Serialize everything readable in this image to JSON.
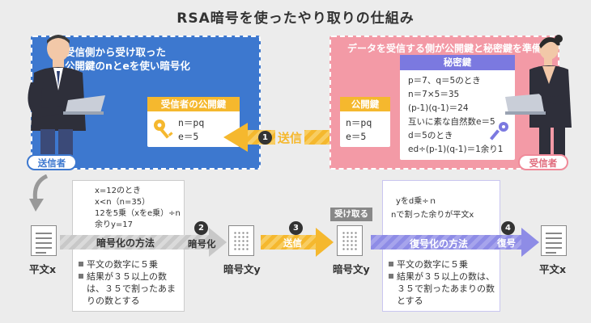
{
  "title": "RSA暗号を使ったやり取りの仕組み",
  "sender_panel": {
    "message_line1": "受信側から受け取った",
    "message_line2": "公開鍵のnとeを使い暗号化",
    "public_key_title": "受信者の公開鍵",
    "n_line": "n＝pq",
    "e_line": "e＝5"
  },
  "receiver_panel": {
    "header": "データを受信する側が公開鍵と秘密鍵を準備",
    "private_key_title": "秘密鍵",
    "private_lines": [
      "p＝7、q＝5のとき",
      "n＝7×5＝35",
      "(p-1)(q-1)＝24",
      "互いに素な自然数e＝5",
      "d＝5のとき",
      "ed÷(p-1)(q-1)＝1余り1"
    ],
    "public_key_title": "公開鍵",
    "n_line": "n＝pq",
    "e_line": "e＝5"
  },
  "send_step": {
    "number": "1",
    "label": "送信"
  },
  "sender_label": "送信者",
  "receiver_label": "受信者",
  "encrypt": {
    "example_lines": [
      "x=12のとき",
      "x<n（n=35）",
      "12を5乗（xをe乗）÷n",
      "余りy=17"
    ],
    "method_title": "暗号化の方法",
    "bullets": [
      "平文の数字に５乗",
      "結果が３５以上の数は、３５で割ったあまりの数とする"
    ]
  },
  "decrypt": {
    "example_lines": [
      "yをd乗÷ｎ",
      "nで割った余りが平文x"
    ],
    "method_title": "復号化の方法",
    "bullets": [
      "平文の数字に５乗",
      "結果が３５以上の数は、３５で割ったあまりの数とする"
    ]
  },
  "flow": {
    "plaintext_left": "平文x",
    "step2_number": "2",
    "step2_label": "暗号化",
    "ciphertext_sender": "暗号文y",
    "step3_number": "3",
    "step3_label": "送信",
    "receive_badge": "受け取る",
    "ciphertext_receiver": "暗号文y",
    "step4_number": "4",
    "step4_label": "復号",
    "plaintext_right": "平文x"
  },
  "colors": {
    "sender_blue": "#3d78cf",
    "receiver_pink": "#f39aa6",
    "public_key_yellow": "#f5b82e",
    "private_key_purple": "#7b79e0"
  }
}
